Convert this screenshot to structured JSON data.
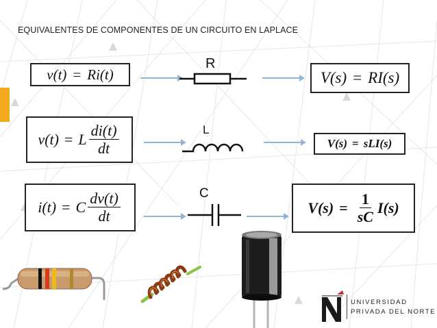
{
  "title": "EQUIVALENTES DE COMPONENTES DE UN CIRCUITO EN LAPLACE",
  "rows": [
    {
      "time_eq": {
        "left": "v(t)",
        "equals": "=",
        "right": "Ri(t)"
      },
      "symbol_label": "R",
      "laplace_eq": {
        "left": "V(s)",
        "equals": "=",
        "right": "RI(s)"
      }
    },
    {
      "time_eq": {
        "left": "v(t)",
        "equals": "=",
        "coef": "L",
        "num": "di(t)",
        "den": "dt"
      },
      "symbol_label": "L",
      "laplace_eq": {
        "left": "V(s)",
        "equals": "=",
        "right": "sLI(s)"
      }
    },
    {
      "time_eq": {
        "left": "i(t)",
        "equals": "=",
        "coef": "C",
        "num": "dv(t)",
        "den": "dt"
      },
      "symbol_label": "C",
      "laplace_eq": {
        "left": "V(s)",
        "equals": "=",
        "num": "1",
        "den": "sC",
        "tail": "I(s)"
      }
    }
  ],
  "logo": {
    "line1": "UNIVERSIDAD",
    "line2": "PRIVADA DEL NORTE",
    "letter": "N"
  },
  "colors": {
    "accent": "#f2a91d",
    "arrow": "#8fb6d9",
    "logo_red": "#c0392b"
  }
}
